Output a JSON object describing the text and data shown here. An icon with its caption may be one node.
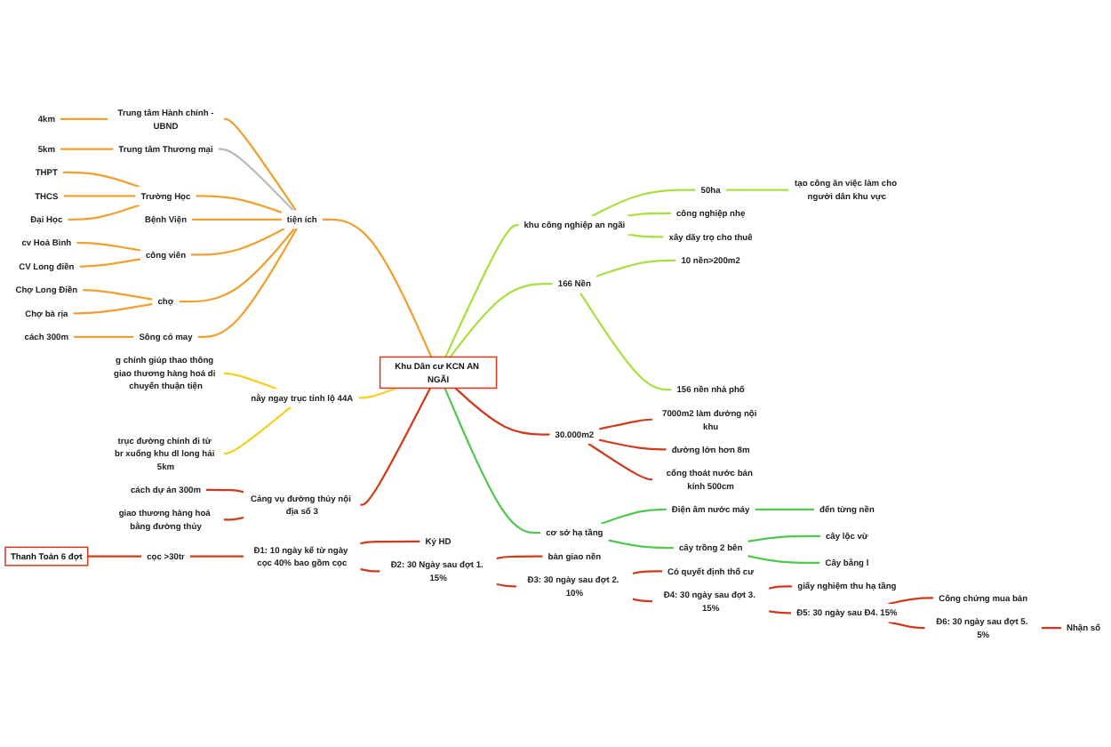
{
  "diagram": {
    "nodes": [
      {
        "text": [
          "Khu Dân cư KCN AN NGÃI"
        ]
      },
      {
        "text": [
          "tiện ích"
        ]
      },
      {
        "text": [
          "Trung tâm Hành chính -UBND"
        ]
      },
      {
        "text": [
          "4km"
        ]
      },
      {
        "text": [
          "Trung tâm Thương mại"
        ]
      },
      {
        "text": [
          "5km"
        ]
      },
      {
        "text": [
          "Trường Học"
        ]
      },
      {
        "text": [
          "THPT"
        ]
      },
      {
        "text": [
          "THCS"
        ]
      },
      {
        "text": [
          "Đại Học"
        ]
      },
      {
        "text": [
          "Bệnh Viện"
        ]
      },
      {
        "text": [
          "công viên"
        ]
      },
      {
        "text": [
          "cv Hoà Bình"
        ]
      },
      {
        "text": [
          "CV Long điền"
        ]
      },
      {
        "text": [
          "chợ"
        ]
      },
      {
        "text": [
          "Chợ Long Điền"
        ]
      },
      {
        "text": [
          "Chợ bà rịa"
        ]
      },
      {
        "text": [
          "Sông cỏ may"
        ]
      },
      {
        "text": [
          "cách 300m"
        ]
      },
      {
        "text": [
          "nằy ngay trục tỉnh lộ 44A"
        ]
      },
      {
        "text": [
          "g chính giúp thao thông giao thương hàng hoá di chuyển thuận tiện"
        ]
      },
      {
        "text": [
          "trục đường chính đi từ br xuống khu dl long hải 5km"
        ]
      },
      {
        "text": [
          "Cảng vụ đường thủy nội địa số 3"
        ]
      },
      {
        "text": [
          "cách dự án 300m"
        ]
      },
      {
        "text": [
          "giao thương hàng hoá bằng đường thủy"
        ]
      },
      {
        "text": [
          "khu công nghiệp an ngãi"
        ]
      },
      {
        "text": [
          "50ha"
        ]
      },
      {
        "text": [
          "tạo công ăn việc làm cho người dân khu vực"
        ]
      },
      {
        "text": [
          "công nghiệp nhẹ"
        ]
      },
      {
        "text": [
          "xây dãy trọ cho thuê"
        ]
      },
      {
        "text": [
          "166 Nền"
        ]
      },
      {
        "text": [
          "10 nền>200m2"
        ]
      },
      {
        "text": [
          "156 nền nhà phố"
        ]
      },
      {
        "text": [
          "30.000m2"
        ]
      },
      {
        "text": [
          "7000m2 làm đường nội khu"
        ]
      },
      {
        "text": [
          "đường lớn hơn 8m"
        ]
      },
      {
        "text": [
          "cống thoát nước bán kính 500cm"
        ]
      },
      {
        "text": [
          "cơ sở hạ tầng"
        ]
      },
      {
        "text": [
          "Điện âm nước máy"
        ]
      },
      {
        "text": [
          "đến từng nền"
        ]
      },
      {
        "text": [
          "cây trồng 2 bên"
        ]
      },
      {
        "text": [
          "cây lộc vừ"
        ]
      },
      {
        "text": [
          "Cây bằng l"
        ]
      },
      {
        "text": [
          "Thanh Toán 6 đợt"
        ]
      },
      {
        "text": [
          "cọc >30tr"
        ]
      },
      {
        "text": [
          "Đ1: 10 ngày kể từ ngày cọc 40% bao gồm cọc"
        ]
      },
      {
        "text": [
          "Ký HD"
        ]
      },
      {
        "text": [
          "Đ2: 30 Ngày sau đợt 1. 15%"
        ]
      },
      {
        "text": [
          "bàn giao nền"
        ]
      },
      {
        "text": [
          "Đ3: 30 ngày sau đợt 2. 10%"
        ]
      },
      {
        "text": [
          "Có quyết định thổ cư"
        ]
      },
      {
        "text": [
          "Đ4: 30 ngày sau đợt 3. 15%"
        ]
      },
      {
        "text": [
          "giấy nghiệm thu hạ tầng"
        ]
      },
      {
        "text": [
          "Đ5: 30 ngày sau Đ4. 15%"
        ]
      },
      {
        "text": [
          "Công chứng mua bán"
        ]
      },
      {
        "text": [
          "Đ6: 30 ngày sau đợt 5. 5%"
        ]
      },
      {
        "text": [
          "Nhận sổ"
        ]
      }
    ],
    "edges": [
      {
        "from": 1,
        "to": 0,
        "arrow": "none",
        "color": "#f0a030"
      },
      {
        "from": 2,
        "to": 1,
        "arrow": "none",
        "color": "#f0a030"
      },
      {
        "from": 3,
        "to": 2,
        "arrow": "none",
        "color": "#f0a030"
      },
      {
        "from": 4,
        "to": 1,
        "arrow": "none",
        "color": "#bbbbbb"
      },
      {
        "from": 5,
        "to": 4,
        "arrow": "none",
        "color": "#f0a030"
      },
      {
        "from": 6,
        "to": 1,
        "arrow": "none",
        "color": "#f0a030"
      },
      {
        "from": 7,
        "to": 6,
        "arrow": "none",
        "color": "#f0a030"
      },
      {
        "from": 8,
        "to": 6,
        "arrow": "none",
        "color": "#f0a030"
      },
      {
        "from": 9,
        "to": 6,
        "arrow": "none",
        "color": "#f0a030"
      },
      {
        "from": 10,
        "to": 1,
        "arrow": "none",
        "color": "#f0a030"
      },
      {
        "from": 11,
        "to": 1,
        "arrow": "none",
        "color": "#f0a030"
      },
      {
        "from": 12,
        "to": 11,
        "arrow": "none",
        "color": "#f0a030"
      },
      {
        "from": 13,
        "to": 11,
        "arrow": "none",
        "color": "#f0a030"
      },
      {
        "from": 14,
        "to": 1,
        "arrow": "none",
        "color": "#f0a030"
      },
      {
        "from": 15,
        "to": 14,
        "arrow": "none",
        "color": "#f0a030"
      },
      {
        "from": 16,
        "to": 14,
        "arrow": "none",
        "color": "#f0a030"
      },
      {
        "from": 17,
        "to": 1,
        "arrow": "none",
        "color": "#f0a030"
      },
      {
        "from": 18,
        "to": 17,
        "arrow": "none",
        "color": "#f0a030"
      },
      {
        "from": 19,
        "to": 0,
        "arrow": "none",
        "color": "#f5d020"
      },
      {
        "from": 20,
        "to": 19,
        "arrow": "none",
        "color": "#f5d020"
      },
      {
        "from": 21,
        "to": 19,
        "arrow": "none",
        "color": "#f5d020"
      },
      {
        "from": 22,
        "to": 0,
        "arrow": "none"
      },
      {
        "from": 23,
        "to": 22,
        "arrow": "none"
      },
      {
        "from": 24,
        "to": 22,
        "arrow": "none"
      },
      {
        "from": 0,
        "to": 25,
        "arrow": "none",
        "color": "#a8e040"
      },
      {
        "from": 25,
        "to": 26,
        "arrow": "none",
        "color": "#a8e040"
      },
      {
        "from": 26,
        "to": 27,
        "arrow": "none",
        "color": "#a8e040"
      },
      {
        "from": 25,
        "to": 28,
        "arrow": "none",
        "color": "#a8e040"
      },
      {
        "from": 25,
        "to": 29,
        "arrow": "none",
        "color": "#a8e040"
      },
      {
        "from": 0,
        "to": 30,
        "arrow": "none",
        "color": "#a8e040"
      },
      {
        "from": 30,
        "to": 31,
        "arrow": "none",
        "color": "#a8e040"
      },
      {
        "from": 30,
        "to": 32,
        "arrow": "none",
        "color": "#a8e040"
      },
      {
        "from": 0,
        "to": 33,
        "arrow": "none"
      },
      {
        "from": 33,
        "to": 34,
        "arrow": "none"
      },
      {
        "from": 33,
        "to": 35,
        "arrow": "none"
      },
      {
        "from": 33,
        "to": 36,
        "arrow": "none"
      },
      {
        "from": 0,
        "to": 37,
        "arrow": "none",
        "color": "#50c850"
      },
      {
        "from": 37,
        "to": 38,
        "arrow": "none",
        "color": "#50c850"
      },
      {
        "from": 38,
        "to": 39,
        "arrow": "none",
        "color": "#50c850"
      },
      {
        "from": 37,
        "to": 40,
        "arrow": "none",
        "color": "#50c850"
      },
      {
        "from": 40,
        "to": 41,
        "arrow": "none",
        "color": "#50c850"
      },
      {
        "from": 40,
        "to": 42,
        "arrow": "none",
        "color": "#50c850"
      },
      {
        "from": 43,
        "to": 44,
        "arrow": "none"
      },
      {
        "from": 44,
        "to": 45,
        "arrow": "none"
      },
      {
        "from": 45,
        "to": 46,
        "arrow": "none"
      },
      {
        "from": 45,
        "to": 47,
        "arrow": "none"
      },
      {
        "from": 47,
        "to": 48,
        "arrow": "none"
      },
      {
        "from": 47,
        "to": 49,
        "arrow": "none"
      },
      {
        "from": 49,
        "to": 50,
        "arrow": "none"
      },
      {
        "from": 49,
        "to": 51,
        "arrow": "none"
      },
      {
        "from": 51,
        "to": 52,
        "arrow": "none"
      },
      {
        "from": 51,
        "to": 53,
        "arrow": "none"
      },
      {
        "from": 53,
        "to": 54,
        "arrow": "none"
      },
      {
        "from": 53,
        "to": 55,
        "arrow": "none"
      },
      {
        "from": 55,
        "to": 56,
        "arrow": "none"
      }
    ]
  }
}
